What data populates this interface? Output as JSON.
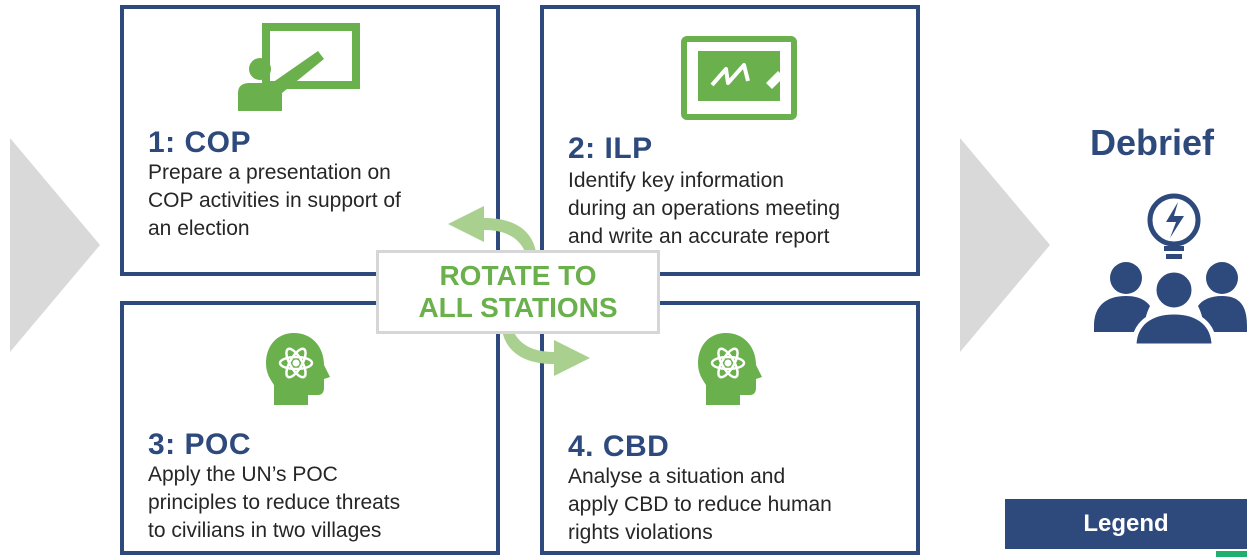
{
  "stations": [
    {
      "title": "1: COP",
      "description": "Prepare a presentation on\nCOP activities in support of\nan election",
      "icon": "presentation-icon"
    },
    {
      "title": "2: ILP",
      "description": "Identify key information\nduring an operations meeting\nand write an accurate report",
      "icon": "whiteboard-icon"
    },
    {
      "title": "3: POC",
      "description": "Apply the UN’s POC\nprinciples to reduce threats\nto civilians in two villages",
      "icon": "head-atom-icon"
    },
    {
      "title": "4. CBD",
      "description": "Analyse a situation and\napply CBD to reduce human\nrights violations",
      "icon": "head-atom-icon"
    }
  ],
  "rotate": {
    "label": "ROTATE TO\nALL STATIONS"
  },
  "debrief": {
    "title": "Debrief",
    "icon": "team-idea-icon"
  },
  "legend": {
    "label": "Legend"
  },
  "colors": {
    "navy": "#2e4a7d",
    "green": "#6ab04c",
    "light_green": "#a9d08e",
    "gray_chevron": "#d9d9d9"
  }
}
